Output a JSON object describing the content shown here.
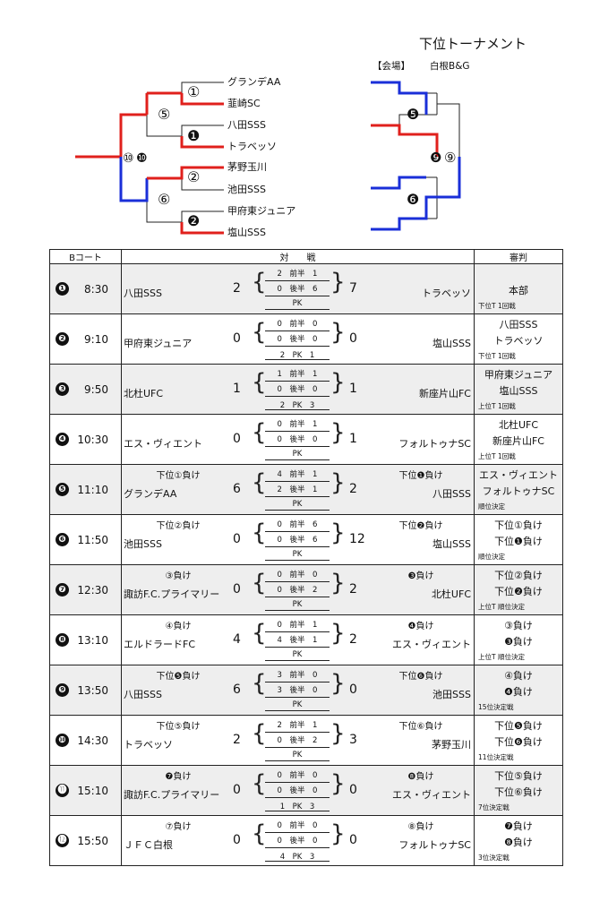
{
  "header": {
    "title": "下位トーナメント",
    "venue_label": "【会場】",
    "venue_name": "白根B&G"
  },
  "bracket": {
    "teams": [
      "グランデAA",
      "韮崎SC",
      "八田SSS",
      "トラベッソ",
      "茅野玉川",
      "池田SSS",
      "甲府東ジュニア",
      "塩山SSS"
    ],
    "markers": {
      "m1": "①",
      "m5": "⑤",
      "mb1": "❶",
      "m10": "⑩",
      "mb10": "❿",
      "m2": "②",
      "m6": "⑥",
      "mb2": "❷",
      "rb5": "❺",
      "rb9": "❾",
      "r9": "⑨",
      "rb6": "❻"
    },
    "colors": {
      "win": "#e0201c",
      "lose": "#1a2fd8",
      "line": "#222222"
    }
  },
  "table_header": {
    "court": "Bコート",
    "match": "対　　戦",
    "referee": "審判"
  },
  "games": [
    {
      "no": "❶",
      "time": "8:30",
      "left_seed": "",
      "left_team": "八田SSS",
      "left_score": "2",
      "h1": [
        "2",
        "1"
      ],
      "h2": [
        "0",
        "6"
      ],
      "pk": "PK",
      "right_score": "7",
      "right_seed": "",
      "right_team": "トラベッソ",
      "ref1": "",
      "ref2": "本部",
      "ref3": "下位T 1回戦",
      "label_h1": "前半",
      "label_h2": "後半"
    },
    {
      "no": "❷",
      "time": "9:10",
      "left_seed": "",
      "left_team": "甲府東ジュニア",
      "left_score": "0",
      "h1": [
        "0",
        "0"
      ],
      "h2": [
        "0",
        "0"
      ],
      "pk": "2　PK　1",
      "right_score": "0",
      "right_seed": "",
      "right_team": "塩山SSS",
      "ref1": "八田SSS",
      "ref2": "トラベッソ",
      "ref3": "下位T 1回戦",
      "label_h1": "前半",
      "label_h2": "後半"
    },
    {
      "no": "❸",
      "time": "9:50",
      "left_seed": "",
      "left_team": "北杜UFC",
      "left_score": "1",
      "h1": [
        "1",
        "1"
      ],
      "h2": [
        "0",
        "0"
      ],
      "pk": "2　PK　3",
      "right_score": "1",
      "right_seed": "",
      "right_team": "新座片山FC",
      "ref1": "甲府東ジュニア",
      "ref2": "塩山SSS",
      "ref3": "上位T 1回戦",
      "label_h1": "前半",
      "label_h2": "後半"
    },
    {
      "no": "❹",
      "time": "10:30",
      "left_seed": "",
      "left_team": "エス・ヴィエント",
      "left_score": "0",
      "h1": [
        "0",
        "1"
      ],
      "h2": [
        "0",
        "0"
      ],
      "pk": "PK",
      "right_score": "1",
      "right_seed": "",
      "right_team": "フォルトゥナSC",
      "ref1": "北杜UFC",
      "ref2": "新座片山FC",
      "ref3": "上位T 1回戦",
      "label_h1": "前半",
      "label_h2": "後半"
    },
    {
      "no": "❺",
      "time": "11:10",
      "left_seed": "下位①負け",
      "left_team": "グランデAA",
      "left_score": "6",
      "h1": [
        "4",
        "1"
      ],
      "h2": [
        "2",
        "1"
      ],
      "pk": "PK",
      "right_score": "2",
      "right_seed": "下位❶負け",
      "right_team": "八田SSS",
      "ref1": "エス・ヴィエント",
      "ref2": "フォルトゥナSC",
      "ref3": "順位決定",
      "label_h1": "前半",
      "label_h2": "後半"
    },
    {
      "no": "❻",
      "time": "11:50",
      "left_seed": "下位②負け",
      "left_team": "池田SSS",
      "left_score": "0",
      "h1": [
        "0",
        "6"
      ],
      "h2": [
        "0",
        "6"
      ],
      "pk": "PK",
      "right_score": "12",
      "right_seed": "下位❷負け",
      "right_team": "塩山SSS",
      "ref1": "下位①負け",
      "ref2": "下位❶負け",
      "ref3": "順位決定",
      "label_h1": "前半",
      "label_h2": "後半"
    },
    {
      "no": "❼",
      "time": "12:30",
      "left_seed": "③負け",
      "left_team": "諏訪F.C.プライマリー",
      "left_score": "0",
      "h1": [
        "0",
        "0"
      ],
      "h2": [
        "0",
        "2"
      ],
      "pk": "PK",
      "right_score": "2",
      "right_seed": "❸負け",
      "right_team": "北杜UFC",
      "ref1": "下位②負け",
      "ref2": "下位❷負け",
      "ref3": "上位T 順位決定",
      "label_h1": "前半",
      "label_h2": "後半"
    },
    {
      "no": "❽",
      "time": "13:10",
      "left_seed": "④負け",
      "left_team": "エルドラードFC",
      "left_score": "4",
      "h1": [
        "0",
        "1"
      ],
      "h2": [
        "4",
        "1"
      ],
      "pk": "PK",
      "right_score": "2",
      "right_seed": "❹負け",
      "right_team": "エス・ヴィエント",
      "ref1": "③負け",
      "ref2": "❸負け",
      "ref3": "上位T 順位決定",
      "label_h1": "前半",
      "label_h2": "後半"
    },
    {
      "no": "❾",
      "time": "13:50",
      "left_seed": "下位❺負け",
      "left_team": "八田SSS",
      "left_score": "6",
      "h1": [
        "3",
        "0"
      ],
      "h2": [
        "3",
        "0"
      ],
      "pk": "PK",
      "right_score": "0",
      "right_seed": "下位❻負け",
      "right_team": "池田SSS",
      "ref1": "④負け",
      "ref2": "❹負け",
      "ref3": "15位決定戦",
      "label_h1": "前半",
      "label_h2": "後半"
    },
    {
      "no": "❿",
      "time": "14:30",
      "left_seed": "下位⑤負け",
      "left_team": "トラベッソ",
      "left_score": "2",
      "h1": [
        "2",
        "1"
      ],
      "h2": [
        "0",
        "2"
      ],
      "pk": "PK",
      "right_score": "3",
      "right_seed": "下位⑥負け",
      "right_team": "茅野玉川",
      "ref1": "下位❺負け",
      "ref2": "下位❻負け",
      "ref3": "11位決定戦",
      "label_h1": "前半",
      "label_h2": "後半"
    },
    {
      "no": "⓫",
      "time": "15:10",
      "left_seed": "❼負け",
      "left_team": "諏訪F.C.プライマリー",
      "left_score": "0",
      "h1": [
        "0",
        "0"
      ],
      "h2": [
        "0",
        "0"
      ],
      "pk": "1　PK　3",
      "right_score": "0",
      "right_seed": "❽負け",
      "right_team": "エス・ヴィエント",
      "ref1": "下位⑤負け",
      "ref2": "下位⑥負け",
      "ref3": "7位決定戦",
      "label_h1": "前半",
      "label_h2": "後半"
    },
    {
      "no": "⓬",
      "time": "15:50",
      "left_seed": "⑦負け",
      "left_team": "ＪＦＣ白根",
      "left_score": "0",
      "h1": [
        "0",
        "0"
      ],
      "h2": [
        "0",
        "0"
      ],
      "pk": "4　PK　3",
      "right_score": "0",
      "right_seed": "⑧負け",
      "right_team": "フォルトゥナSC",
      "ref1": "❼負け",
      "ref2": "❽負け",
      "ref3": "3位決定戦",
      "label_h1": "前半",
      "label_h2": "後半"
    }
  ]
}
